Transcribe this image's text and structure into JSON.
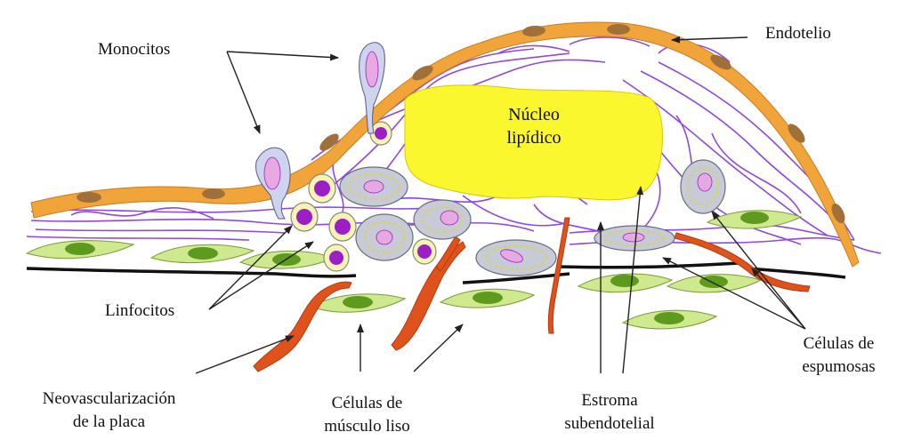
{
  "labels": {
    "monocitos": "Monocitos",
    "endotelio": "Endotelio",
    "nucleo_line1": "Núcleo",
    "nucleo_line2": "lipídico",
    "linfocitos": "Linfocitos",
    "neovasc_line1": "Neovascularización",
    "neovasc_line2": "de la placa",
    "musculo_line1": "Células de",
    "musculo_line2": "músculo liso",
    "estroma_line1": "Estroma",
    "estroma_line2": "subendotelial",
    "espumosas_line1": "Células de",
    "espumosas_line2": "espumosas"
  },
  "colors": {
    "endothelium": "#f0a43a",
    "endothelium_nucleus": "#a0703a",
    "lipid_core": "#fbf72e",
    "collagen_fibers": "#8a3ee0",
    "smooth_muscle": "#cfe98e",
    "smooth_muscle_nucleus": "#5d9a1e",
    "vessels": "#e0521b",
    "lymphocyte_nucleus": "#9b1fc4",
    "foam_cell": "#c7cbd6"
  }
}
